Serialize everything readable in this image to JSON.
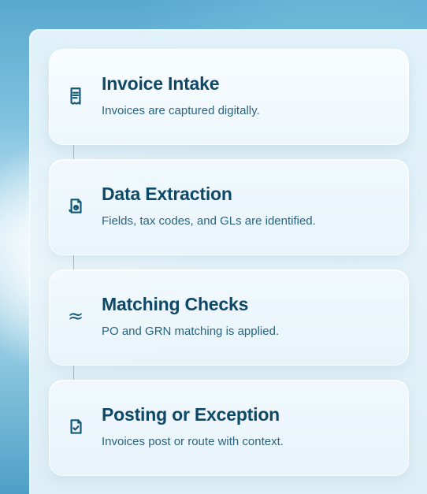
{
  "steps": [
    {
      "title": "Invoice Intake",
      "subtitle": "Invoices are captured digitally.",
      "icon": "receipt-icon"
    },
    {
      "title": "Data Extraction",
      "subtitle": "Fields, tax codes, and GLs are identified.",
      "icon": "document-scan-icon"
    },
    {
      "title": "Matching Checks",
      "subtitle": "PO and GRN matching is applied.",
      "icon": "approximately-equal-icon"
    },
    {
      "title": "Posting or Exception",
      "subtitle": "Invoices post or route with context.",
      "icon": "document-check-icon"
    }
  ]
}
